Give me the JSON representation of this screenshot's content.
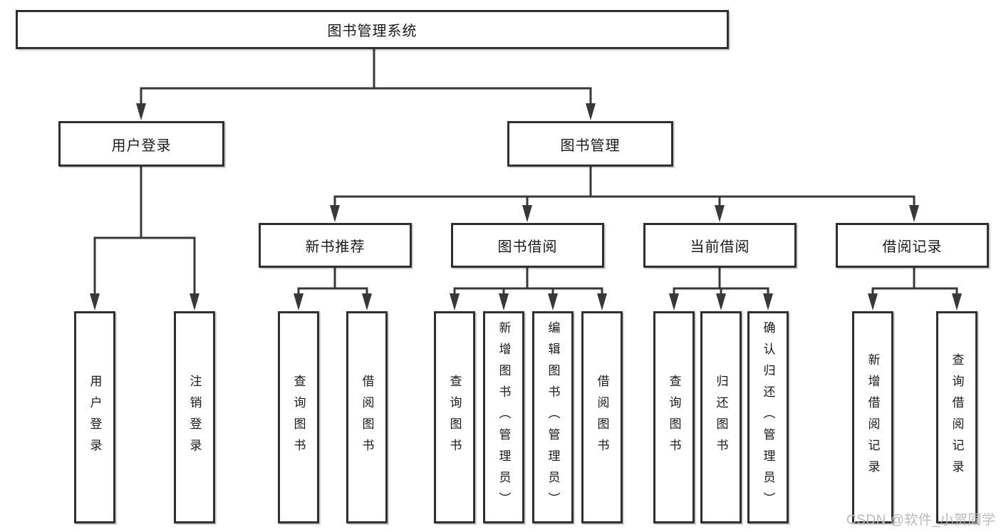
{
  "colors": {
    "line": "#383838",
    "text": "#1a1a1a",
    "watermark": "#b9b9b9",
    "background": "#ffffff"
  },
  "diagram_type": "functional-structure-tree",
  "tree": {
    "label": "图书管理系统",
    "children": [
      {
        "label": "用户登录",
        "children": [
          {
            "label": "用户登录"
          },
          {
            "label": "注销登录"
          }
        ]
      },
      {
        "label": "图书管理",
        "children": [
          {
            "label": "新书推荐",
            "children": [
              {
                "label": "查询图书"
              },
              {
                "label": "借阅图书"
              }
            ]
          },
          {
            "label": "图书借阅",
            "children": [
              {
                "label": "查询图书"
              },
              {
                "label": "新增图书（管理员）"
              },
              {
                "label": "编辑图书（管理员）"
              },
              {
                "label": "借阅图书"
              }
            ]
          },
          {
            "label": "当前借阅",
            "children": [
              {
                "label": "查询图书"
              },
              {
                "label": "归还图书"
              },
              {
                "label": "确认归还（管理员）"
              }
            ]
          },
          {
            "label": "借阅记录",
            "children": [
              {
                "label": "新增借阅记录"
              },
              {
                "label": "查询借阅记录"
              }
            ]
          }
        ]
      }
    ]
  },
  "watermark": {
    "text": "CSDN @软件_小贺同学"
  }
}
